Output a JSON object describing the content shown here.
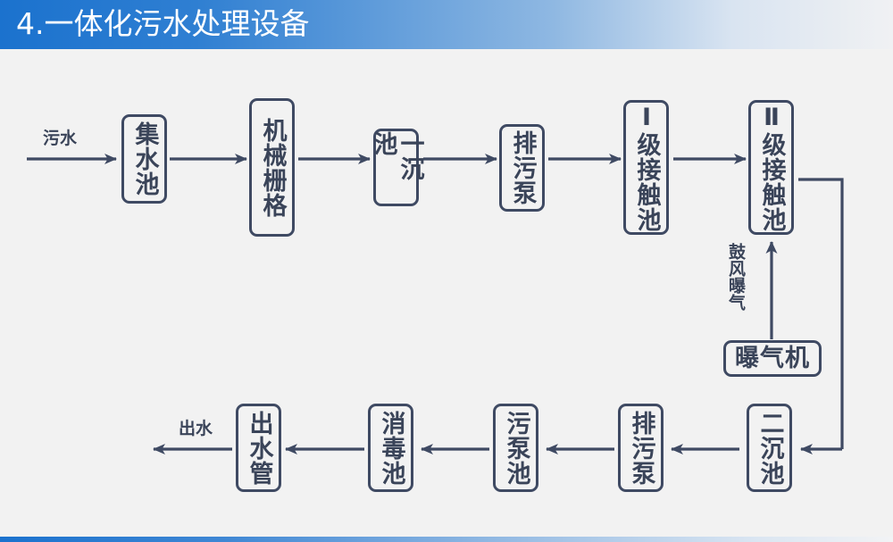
{
  "header": {
    "title": "4.一体化污水处理设备",
    "bg_start": "#1b72ce",
    "bg_end": "#f0f1f3",
    "text_color": "#ffffff"
  },
  "footer": {
    "bg_start": "#1b72ce",
    "bg_end": "#f2f3f5"
  },
  "diagram": {
    "stroke_color": "#3f4a63",
    "text_color": "#3a4459",
    "background": "#f2f2f2",
    "inlet_label": "污水",
    "outlet_label": "出水",
    "aeration_label": "鼓风曝气",
    "nodes": [
      {
        "id": "n1",
        "label": "集水池",
        "orient": "vertical"
      },
      {
        "id": "n2",
        "label": "机械栅格",
        "orient": "vertical"
      },
      {
        "id": "n3",
        "label": "一沉池",
        "orient": "vertical"
      },
      {
        "id": "n4",
        "label": "排污泵",
        "orient": "vertical"
      },
      {
        "id": "n5",
        "label": "Ⅰ级接触池",
        "orient": "vertical"
      },
      {
        "id": "n6",
        "label": "Ⅱ级接触池",
        "orient": "vertical"
      },
      {
        "id": "n7",
        "label": "曝气机",
        "orient": "horizontal"
      },
      {
        "id": "n8",
        "label": "二沉池",
        "orient": "vertical"
      },
      {
        "id": "n9",
        "label": "排污泵",
        "orient": "vertical"
      },
      {
        "id": "n10",
        "label": "污泵池",
        "orient": "vertical"
      },
      {
        "id": "n11",
        "label": "消毒池",
        "orient": "vertical"
      },
      {
        "id": "n12",
        "label": "出水管",
        "orient": "vertical"
      }
    ],
    "flow": "污水 → 集水池 → 机械栅格 → 一沉池 → 排污泵 → Ⅰ级接触池 → Ⅱ级接触池 → 二沉池 → 排污泵 → 污泵池 → 消毒池 → 出水管 → 出水"
  }
}
